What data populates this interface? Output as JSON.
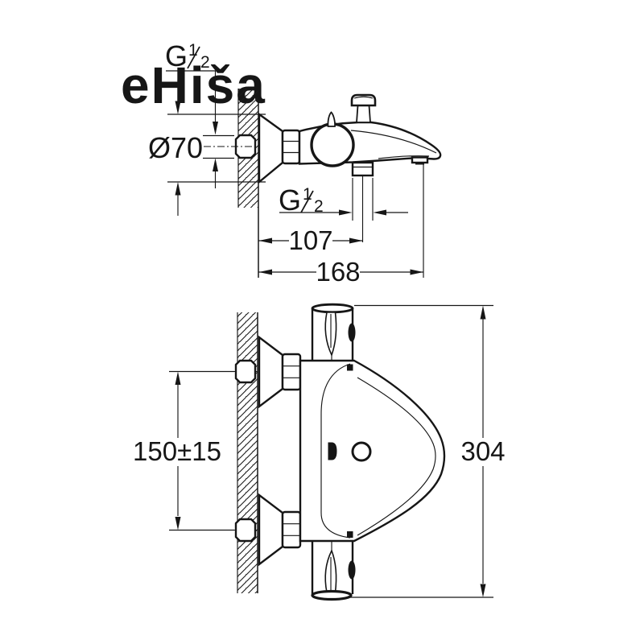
{
  "watermark": "eHiša",
  "colors": {
    "line": "#161616",
    "watermark": "#ededed",
    "background": "#ffffff"
  },
  "side_view": {
    "wall_thread_label": {
      "base": "G",
      "numerator": "1",
      "denominator": "2"
    },
    "escutcheon_diameter_label": "Ø70",
    "shower_outlet_thread_label": {
      "base": "G",
      "numerator": "1",
      "denominator": "2"
    },
    "wall_to_shower_outlet_mm": "107",
    "wall_to_spout_tip_mm": "168"
  },
  "front_view": {
    "inlet_spacing_label": "150±15",
    "overall_height_label": "304"
  }
}
